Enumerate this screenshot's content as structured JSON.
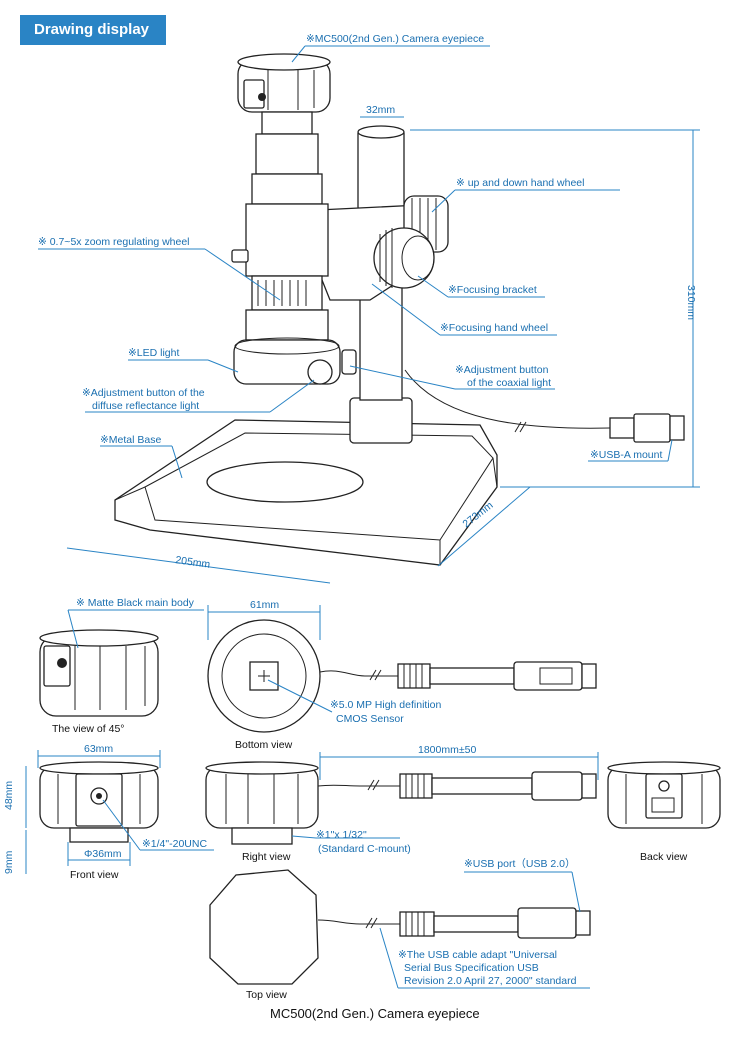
{
  "header": {
    "title": "Drawing display"
  },
  "dimensions": {
    "eyepiece_tube": "32mm",
    "height": "310mm",
    "depth": "273mm",
    "width": "205mm",
    "camera_diameter": "61mm",
    "camera_width": "63mm",
    "camera_height": "48mm",
    "mount_height": "9mm",
    "mount_diameter": "Φ36mm",
    "cable_length": "1800mm±50"
  },
  "callouts": {
    "camera_eyepiece": "※MC500(2nd Gen.) Camera eyepiece",
    "up_down_wheel": "※ up and down hand wheel",
    "zoom_wheel": "※ 0.7~5x  zoom regulating wheel",
    "focusing_bracket": "※Focusing bracket",
    "focusing_wheel": "※Focusing hand wheel",
    "led_light": "※LED light",
    "coaxial_button_1": "※Adjustment button",
    "coaxial_button_2": "of the coaxial light",
    "diffuse_button_1": "※Adjustment button of the",
    "diffuse_button_2": "diffuse reflectance light",
    "metal_base": "※Metal Base",
    "usb_a_mount": "※USB-A mount",
    "matte_body": "※ Matte Black main body",
    "sensor_1": "※5.0 MP High definition",
    "sensor_2": "CMOS Sensor",
    "thread": "※1/4\"-20UNC",
    "cmount_1": "※1\"x 1/32\"",
    "cmount_2": "(Standard C-mount)",
    "usb_port": "※USB port（USB 2.0）",
    "usb_spec_1": "※The USB cable adapt \"Universal",
    "usb_spec_2": "Serial Bus Specification USB",
    "usb_spec_3": "Revision 2.0 April 27, 2000\" standard"
  },
  "views": {
    "view45": "The view of 45°",
    "bottom": "Bottom view",
    "front": "Front view",
    "right": "Right view",
    "back": "Back view",
    "top": "Top view"
  },
  "caption": "MC500(2nd Gen.) Camera eyepiece",
  "colors": {
    "accent": "#2a84c5",
    "text_blue": "#1a6fb0",
    "outline": "#222222"
  }
}
